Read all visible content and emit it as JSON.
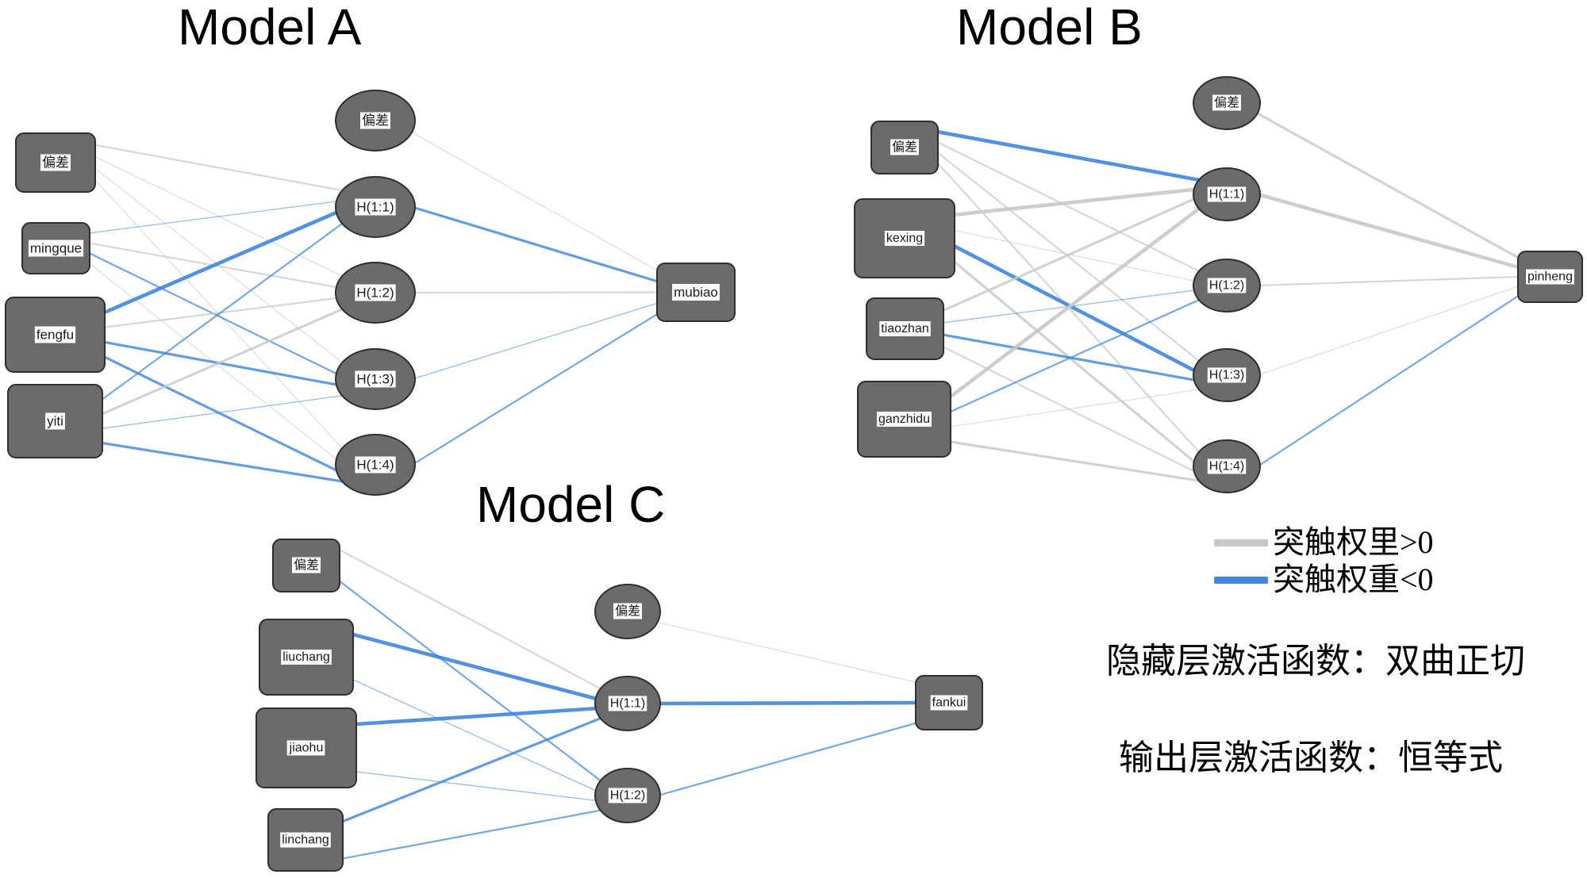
{
  "colors": {
    "positive": "#c8c8c8",
    "negative": "#3f86df",
    "node_fill": "#6b6b6b",
    "node_stroke": "#2e2e2e",
    "label_bg": "#ffffff",
    "label_text": "#1a1a1a"
  },
  "legend": {
    "positive_label": "突触权里>0",
    "negative_label": "突触权重<0"
  },
  "notes": {
    "hidden_activation": "隐藏层激活函数：双曲正切",
    "output_activation": "输出层激活函数：恒等式"
  },
  "models": [
    {
      "id": "a",
      "title": "Model A",
      "inputs": [
        "偏差",
        "mingque",
        "fengfu",
        "yiti"
      ],
      "hidden": [
        "偏差",
        "H(1:1)",
        "H(1:2)",
        "H(1:3)",
        "H(1:4)"
      ],
      "output": "mubiao",
      "input_hidden_edges": [
        {
          "from": 0,
          "to": 1,
          "sign": "positive",
          "strength": 2
        },
        {
          "from": 0,
          "to": 2,
          "sign": "positive",
          "strength": 1
        },
        {
          "from": 0,
          "to": 3,
          "sign": "positive",
          "strength": 1
        },
        {
          "from": 0,
          "to": 4,
          "sign": "positive",
          "strength": 1
        },
        {
          "from": 1,
          "to": 1,
          "sign": "negative",
          "strength": 1
        },
        {
          "from": 1,
          "to": 2,
          "sign": "positive",
          "strength": 2
        },
        {
          "from": 1,
          "to": 3,
          "sign": "negative",
          "strength": 2
        },
        {
          "from": 1,
          "to": 4,
          "sign": "positive",
          "strength": 1
        },
        {
          "from": 2,
          "to": 1,
          "sign": "negative",
          "strength": 4
        },
        {
          "from": 2,
          "to": 2,
          "sign": "positive",
          "strength": 2
        },
        {
          "from": 2,
          "to": 3,
          "sign": "negative",
          "strength": 3
        },
        {
          "from": 2,
          "to": 4,
          "sign": "negative",
          "strength": 3
        },
        {
          "from": 3,
          "to": 1,
          "sign": "negative",
          "strength": 2
        },
        {
          "from": 3,
          "to": 2,
          "sign": "positive",
          "strength": 3
        },
        {
          "from": 3,
          "to": 3,
          "sign": "negative",
          "strength": 1
        },
        {
          "from": 3,
          "to": 4,
          "sign": "negative",
          "strength": 3
        }
      ],
      "hidden_output_edges": [
        {
          "from": 0,
          "sign": "positive",
          "strength": 1
        },
        {
          "from": 1,
          "sign": "negative",
          "strength": 3
        },
        {
          "from": 2,
          "sign": "positive",
          "strength": 2
        },
        {
          "from": 3,
          "sign": "negative",
          "strength": 1
        },
        {
          "from": 4,
          "sign": "negative",
          "strength": 2
        }
      ]
    },
    {
      "id": "b",
      "title": "Model B",
      "inputs": [
        "偏差",
        "kexing",
        "tiaozhan",
        "ganzhidu"
      ],
      "hidden": [
        "偏差",
        "H(1:1)",
        "H(1:2)",
        "H(1:3)",
        "H(1:4)"
      ],
      "output": "pinheng",
      "input_hidden_edges": [
        {
          "from": 0,
          "to": 1,
          "sign": "negative",
          "strength": 4
        },
        {
          "from": 0,
          "to": 2,
          "sign": "positive",
          "strength": 2
        },
        {
          "from": 0,
          "to": 3,
          "sign": "positive",
          "strength": 2
        },
        {
          "from": 0,
          "to": 4,
          "sign": "positive",
          "strength": 2
        },
        {
          "from": 1,
          "to": 1,
          "sign": "positive",
          "strength": 4
        },
        {
          "from": 1,
          "to": 2,
          "sign": "positive",
          "strength": 1
        },
        {
          "from": 1,
          "to": 3,
          "sign": "negative",
          "strength": 4
        },
        {
          "from": 1,
          "to": 4,
          "sign": "positive",
          "strength": 3
        },
        {
          "from": 2,
          "to": 1,
          "sign": "positive",
          "strength": 3
        },
        {
          "from": 2,
          "to": 2,
          "sign": "negative",
          "strength": 1
        },
        {
          "from": 2,
          "to": 3,
          "sign": "negative",
          "strength": 3
        },
        {
          "from": 2,
          "to": 4,
          "sign": "positive",
          "strength": 2
        },
        {
          "from": 3,
          "to": 1,
          "sign": "positive",
          "strength": 4
        },
        {
          "from": 3,
          "to": 2,
          "sign": "negative",
          "strength": 2
        },
        {
          "from": 3,
          "to": 3,
          "sign": "positive",
          "strength": 1
        },
        {
          "from": 3,
          "to": 4,
          "sign": "positive",
          "strength": 3
        }
      ],
      "hidden_output_edges": [
        {
          "from": 0,
          "sign": "positive",
          "strength": 3
        },
        {
          "from": 1,
          "sign": "positive",
          "strength": 4
        },
        {
          "from": 2,
          "sign": "positive",
          "strength": 2
        },
        {
          "from": 3,
          "sign": "positive",
          "strength": 1
        },
        {
          "from": 4,
          "sign": "negative",
          "strength": 2
        }
      ]
    },
    {
      "id": "c",
      "title": "Model C",
      "inputs": [
        "偏差",
        "liuchang",
        "jiaohu",
        "linchang"
      ],
      "hidden": [
        "偏差",
        "H(1:1)",
        "H(1:2)"
      ],
      "output": "fankui",
      "input_hidden_edges": [
        {
          "from": 0,
          "to": 1,
          "sign": "positive",
          "strength": 2
        },
        {
          "from": 0,
          "to": 2,
          "sign": "negative",
          "strength": 2
        },
        {
          "from": 1,
          "to": 1,
          "sign": "negative",
          "strength": 4
        },
        {
          "from": 1,
          "to": 2,
          "sign": "negative",
          "strength": 1
        },
        {
          "from": 2,
          "to": 1,
          "sign": "negative",
          "strength": 4
        },
        {
          "from": 2,
          "to": 2,
          "sign": "negative",
          "strength": 1
        },
        {
          "from": 3,
          "to": 1,
          "sign": "negative",
          "strength": 3
        },
        {
          "from": 3,
          "to": 2,
          "sign": "negative",
          "strength": 2
        }
      ],
      "hidden_output_edges": [
        {
          "from": 0,
          "sign": "positive",
          "strength": 1
        },
        {
          "from": 1,
          "sign": "negative",
          "strength": 4
        },
        {
          "from": 2,
          "sign": "negative",
          "strength": 2
        }
      ]
    }
  ]
}
